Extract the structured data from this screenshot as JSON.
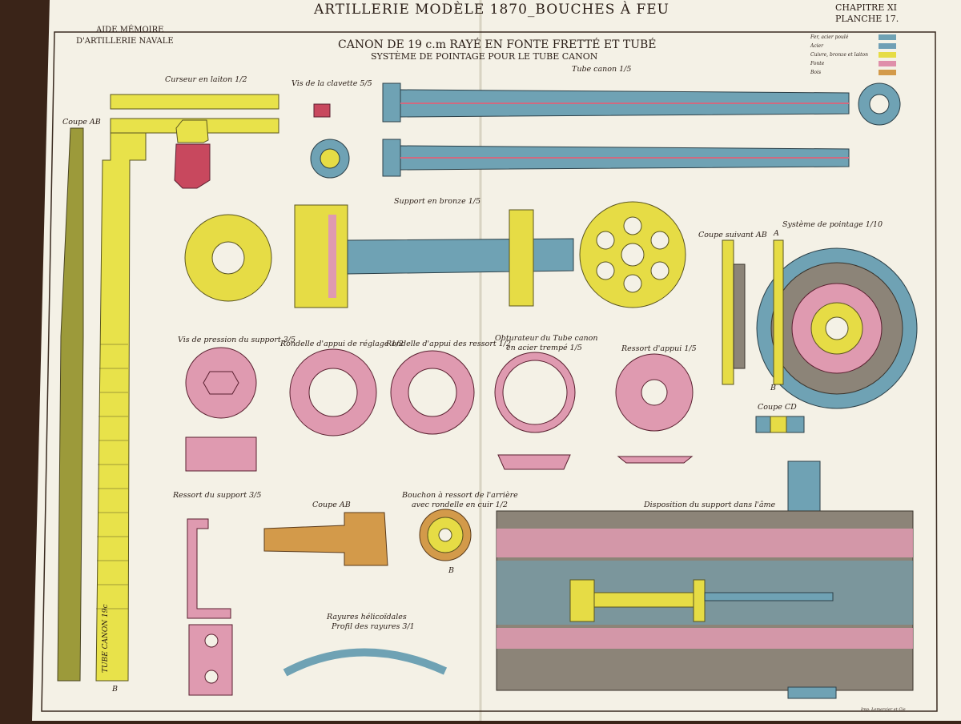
{
  "header": {
    "title": "ARTILLERIE MODÈLE 1870_BOUCHES À FEU",
    "left_line1": "AIDE MÉMOIRE",
    "left_line2": "D'ARTILLERIE NAVALE",
    "chapter": "CHAPITRE XI",
    "plate": "PLANCHE 17."
  },
  "subtitle": {
    "line1": "CANON DE 19 c.m RAYÉ EN FONTE FRETTÉ ET TUBÉ",
    "line2": "SYSTÈME DE POINTAGE POUR LE TUBE CANON"
  },
  "legend": {
    "items": [
      {
        "label": "Fer, acier poulé",
        "color": "#6fa2b4"
      },
      {
        "label": "Acier",
        "color": "#6f9fb5"
      },
      {
        "label": "Cuivre, bronze et laiton",
        "color": "#e6dc45"
      },
      {
        "label": "Fonte",
        "color": "#df8faa"
      },
      {
        "label": "Bois",
        "color": "#d39a4a"
      }
    ]
  },
  "labels": {
    "curseur": "Curseur en laiton 1/2",
    "coupe_ab_left": "Coupe AB",
    "vis_clavette": "Vis de la clavette 5/5",
    "tube_canon": "Tube canon 1/5",
    "support_bronze": "Support en bronze 1/5",
    "coupe_suivant_ab": "Coupe suivant AB",
    "systeme_pointage": "Système de pointage 1/10",
    "vis_pression": "Vis de pression du support 3/5",
    "rondelle_reglage": "Rondelle d'appui de réglage 1/2",
    "rondelle_ressort": "Rondelle d'appui des ressort 1/2",
    "obturateur_1": "Obturateur du Tube canon",
    "obturateur_2": "en acier trempé 1/5",
    "ressort_appui": "Ressort d'appui 1/5",
    "coupe_cd": "Coupe CD",
    "ressort_support": "Ressort du support 3/5",
    "coupe_ab_mid": "Coupe AB",
    "bouchon_1": "Bouchon à ressort de l'arrière",
    "bouchon_2": "avec rondelle en cuir 1/2",
    "disposition": "Disposition du support dans l'âme",
    "rayures_1": "Rayures hélicoïdales",
    "rayures_2": "Profil des rayures 3/1",
    "tube_canon_vertical": "TUBE CANON 19c",
    "letter_b1": "B",
    "letter_b2": "B",
    "letter_b3": "B",
    "letter_a": "A",
    "imprint": "Imp. Lemercier et Cie"
  },
  "colors": {
    "paper": "#f4f1e6",
    "steel": "#6fa2b4",
    "brass": "#e6dc45",
    "pink": "#df9ab0",
    "wood": "#d39a4a",
    "olive": "#9c9a3a",
    "grey": "#8c8478",
    "ink": "#2a1d16"
  }
}
